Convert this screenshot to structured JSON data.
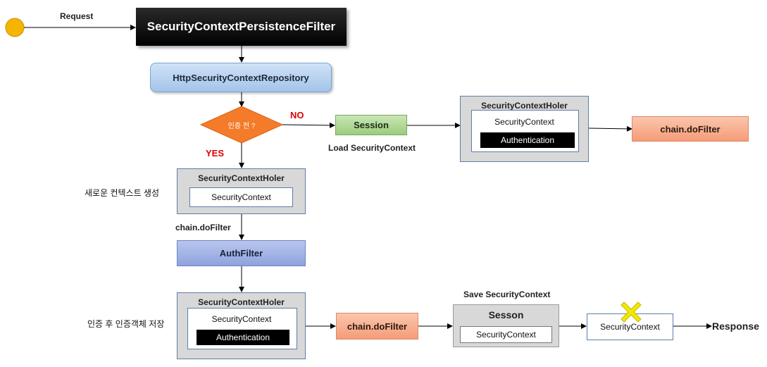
{
  "diagram": {
    "request_label": "Request",
    "persistence_filter": "SecurityContextPersistenceFilter",
    "repository": "HttpSecurityContextRepository",
    "decision": "인증 전 ?",
    "no_label": "NO",
    "yes_label": "YES",
    "session": "Session",
    "load_label": "Load SecurityContext",
    "holder_top": {
      "title": "SecurityContextHoler",
      "context": "SecurityContext",
      "auth": "Authentication"
    },
    "chain_top": "chain.doFilter",
    "new_context_label": "새로운 컨텍스트 생성",
    "holder_mid": {
      "title": "SecurityContextHoler",
      "context": "SecurityContext"
    },
    "chain_label": "chain.doFilter",
    "auth_filter": "AuthFilter",
    "save_auth_label": "인증 후 인증객체 저장",
    "holder_bottom": {
      "title": "SecurityContextHoler",
      "context": "SecurityContext",
      "auth": "Authentication"
    },
    "chain_bottom": "chain.doFilter",
    "save_label": "Save SecurityContext",
    "sesson": {
      "title": "Sesson",
      "context": "SecurityContext"
    },
    "cleared_context": "SecurityContext",
    "response_label": "Response",
    "colors": {
      "start_circle": "#f5b400",
      "cross_mark": "#f3e800",
      "red_label": "#e00000"
    }
  }
}
